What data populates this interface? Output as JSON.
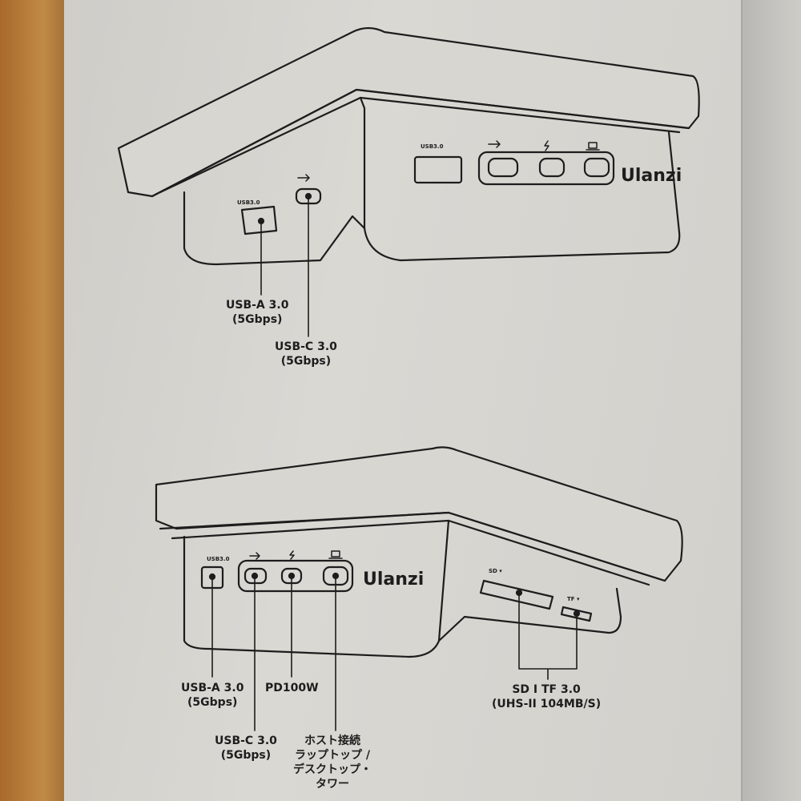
{
  "top_view": {
    "port_label_usb3": "USB3.0",
    "side_port_label_usb3": "USB3.0",
    "brand": "Ulanzi",
    "icons": [
      "usb-icon",
      "lightning-icon",
      "laptop-icon"
    ],
    "callouts": [
      {
        "line1": "USB-A 3.0",
        "line2": "(5Gbps)"
      },
      {
        "line1": "USB-C 3.0",
        "line2": "(5Gbps)"
      }
    ]
  },
  "bottom_view": {
    "port_label_usb3": "USB3.0",
    "brand": "Ulanzi",
    "sd_label": "SD ▾",
    "tf_label": "TF ▾",
    "callouts": {
      "usb_a": {
        "line1": "USB-A 3.0",
        "line2": "(5Gbps)"
      },
      "pd": {
        "line1": "PD100W"
      },
      "usb_c": {
        "line1": "USB-C 3.0",
        "line2": "(5Gbps)"
      },
      "host": {
        "line1": "ホスト接続",
        "line2": "ラップトップ /",
        "line3": "デスクトップ・",
        "line4": "タワー"
      },
      "card": {
        "line1": "SD I TF 3.0",
        "line2": "(UHS-II 104MB/S)"
      }
    }
  },
  "colors": {
    "ink": "#1d1d1d",
    "paper": "#d6d4cf",
    "wood": "#b07a3a"
  }
}
